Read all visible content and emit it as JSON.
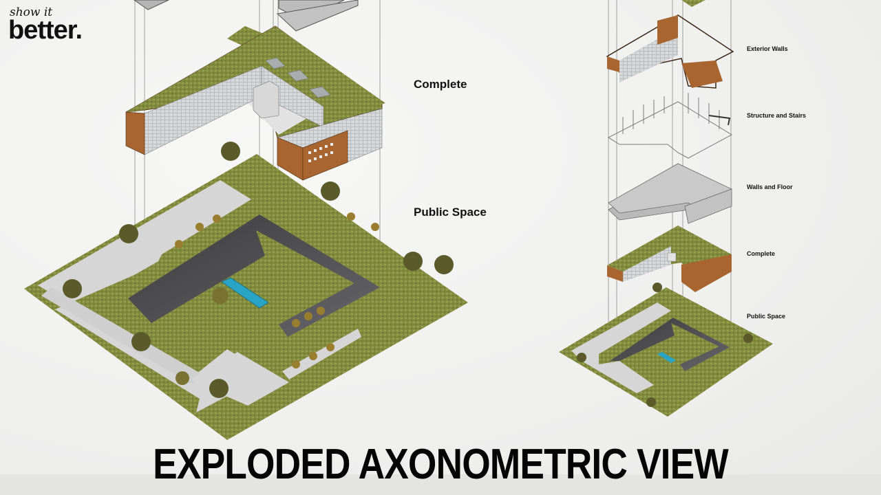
{
  "brand": {
    "logo_small": "show it",
    "logo_large": "better."
  },
  "main_diagram": {
    "labels": [
      {
        "id": "complete",
        "text": "Complete"
      },
      {
        "id": "public_space",
        "text": "Public Space"
      }
    ]
  },
  "side_diagram": {
    "layers": [
      {
        "id": "exterior_walls",
        "text": "Exterior Walls"
      },
      {
        "id": "structure_stairs",
        "text": "Structure and Stairs"
      },
      {
        "id": "walls_floor",
        "text": "Walls and Floor"
      },
      {
        "id": "complete",
        "text": "Complete"
      },
      {
        "id": "public_space",
        "text": "Public Space"
      }
    ]
  },
  "footer": {
    "title": "EXPLODED AXONOMETRIC VIEW"
  },
  "colors": {
    "grass": "#7f8a3c",
    "grass_light": "#9aa352",
    "brick": "#a8652f",
    "glass": "#c9cbcc",
    "plaza": "#d4d4d4",
    "pit": "#4f4f51",
    "pool": "#2aa4c4",
    "tree": "#5b5a2a",
    "tree_light": "#8d7a32"
  }
}
